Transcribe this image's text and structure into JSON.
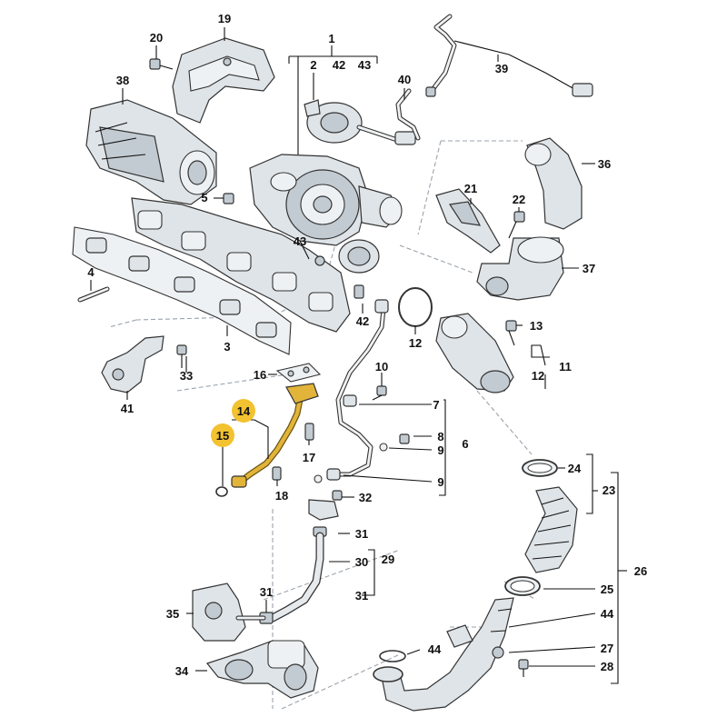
{
  "labels": {
    "l1": "1",
    "l2": "2",
    "l3": "3",
    "l4": "4",
    "l5": "5",
    "l6": "6",
    "l7": "7",
    "l8": "8",
    "l9a": "9",
    "l9b": "9",
    "l10": "10",
    "l11": "11",
    "l12a": "12",
    "l12b": "12",
    "l13": "13",
    "l14": "14",
    "l15": "15",
    "l16": "16",
    "l17": "17",
    "l18": "18",
    "l19": "19",
    "l20": "20",
    "l21": "21",
    "l22": "22",
    "l23": "23",
    "l24": "24",
    "l25": "25",
    "l26": "26",
    "l27": "27",
    "l28": "28",
    "l29": "29",
    "l30": "30",
    "l31a": "31",
    "l31b": "31",
    "l31c": "31",
    "l32": "32",
    "l33": "33",
    "l34": "34",
    "l35": "35",
    "l36": "36",
    "l37": "37",
    "l38": "38",
    "l39": "39",
    "l40": "40",
    "l41": "41",
    "l42a": "42",
    "l42b": "42",
    "l43a": "43",
    "l43b": "43",
    "l44a": "44",
    "l44b": "44"
  },
  "highlight_color": "#F2C230",
  "highlighted_parts": [
    "14",
    "15"
  ]
}
